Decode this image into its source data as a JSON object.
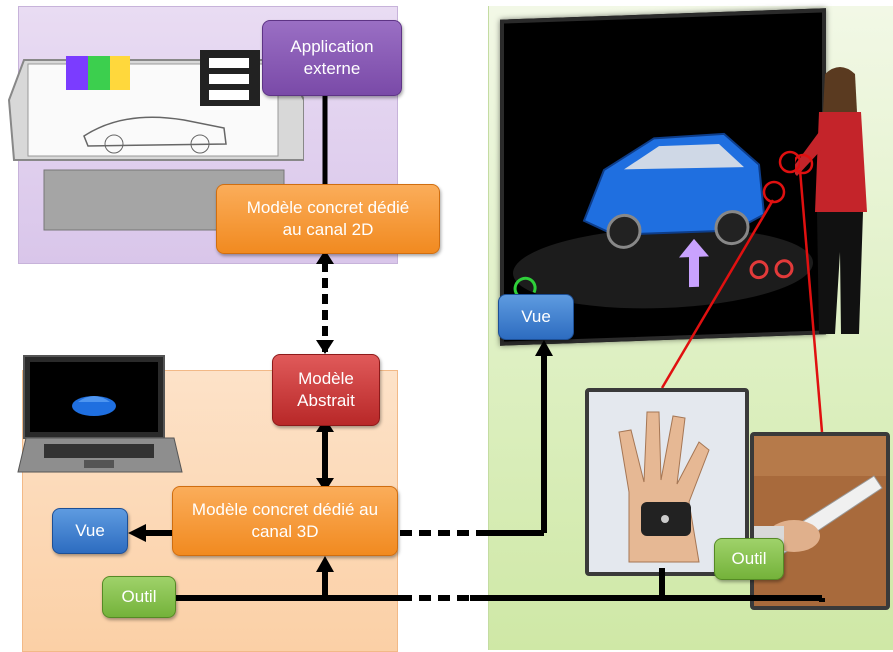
{
  "labels": {
    "app_externe": "Application externe",
    "modele_2d": "Modèle concret dédié au canal 2D",
    "modele_abstrait": "Modèle Abstrait",
    "modele_3d": "Modèle concret dédié au canal 3D",
    "vue_left": "Vue",
    "vue_right": "Vue",
    "outil_left": "Outil",
    "outil_right": "Outil"
  },
  "colors": {
    "purple": "#7a4aa8",
    "orange": "#f18a20",
    "red": "#b82828",
    "blue": "#2d6cc0",
    "green": "#74b23a"
  }
}
